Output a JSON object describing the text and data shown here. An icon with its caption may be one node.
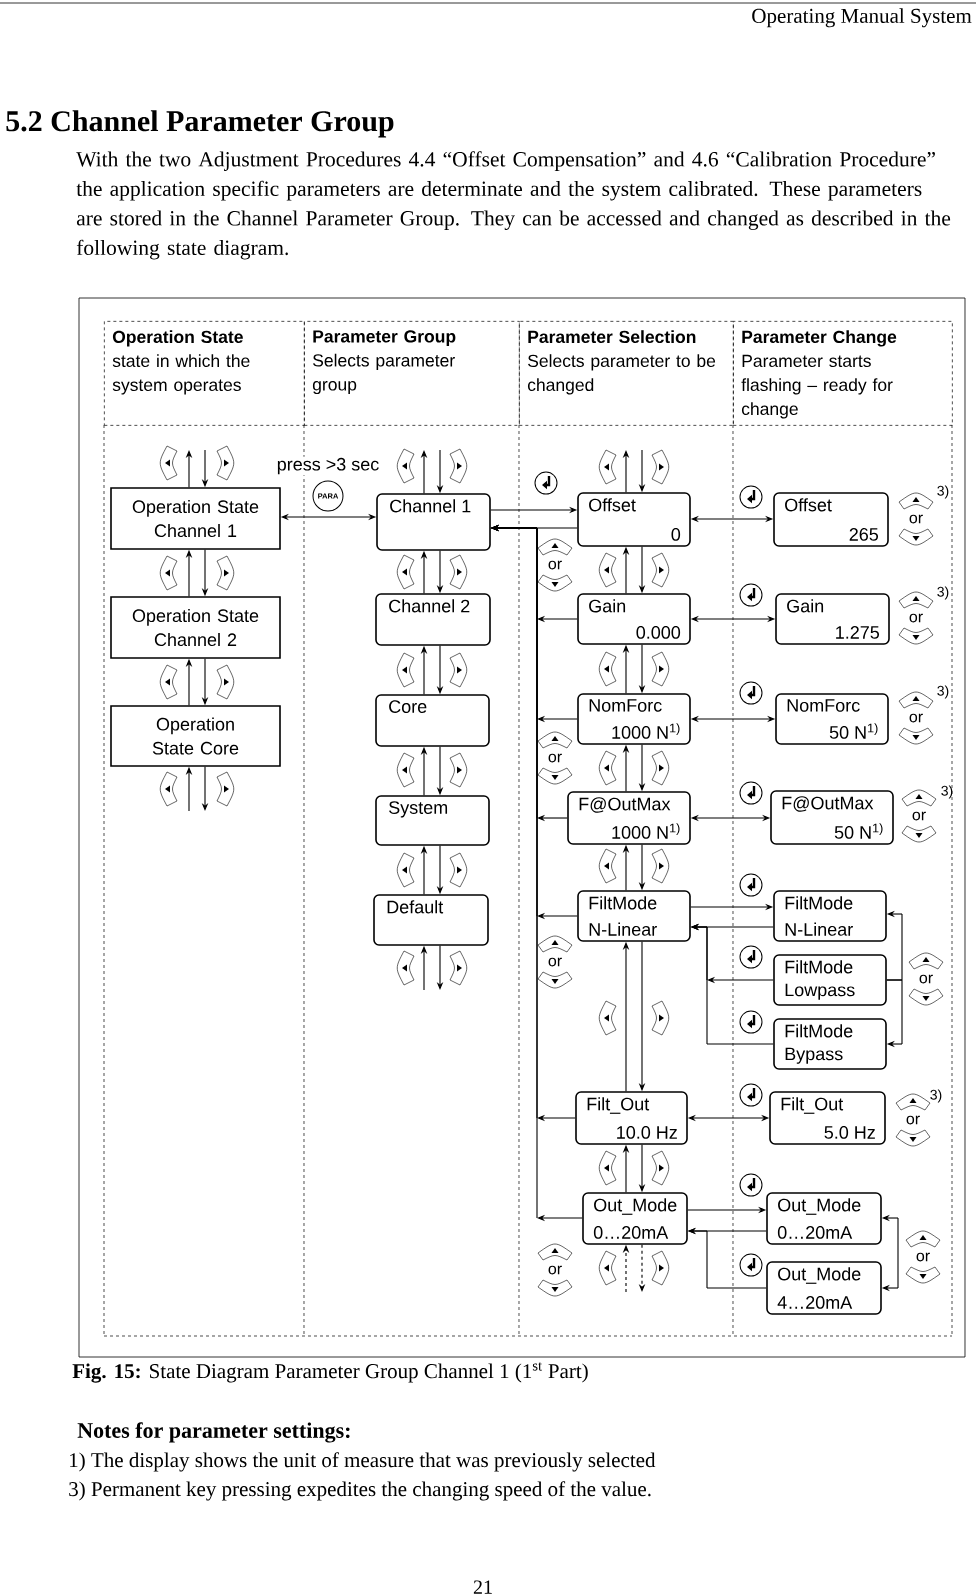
{
  "diagram": {
    "title": "5.2 Channel Parameter Group",
    "caption": "**Fig. 15:** State Diagram Parameter Group Channel 1 (1$^{st}$ Part)",
    "nodes": [
      {
        "text": [
          "Operation State",
          "state in which the system operates"
        ]
      },
      {
        "text": [
          "Parameter Group",
          "Selects parameter group"
        ]
      },
      {
        "text": [
          "Parameter Selection",
          "Selects parameter to be changed"
        ]
      },
      {
        "text": [
          "Parameter Change",
          "Parameter starts flashing – ready for change"
        ]
      },
      {
        "text": [
          "Operation State Channel 1"
        ]
      },
      {
        "text": [
          "Operation State Channel 2"
        ]
      },
      {
        "text": [
          "Operation State Core"
        ]
      },
      {
        "text": [
          "Channel 1"
        ]
      },
      {
        "text": [
          "Channel 2"
        ]
      },
      {
        "text": [
          "Core"
        ]
      },
      {
        "text": [
          "System"
        ]
      },
      {
        "text": [
          "Default"
        ]
      },
      {
        "text": [
          "Offset",
          "0"
        ]
      },
      {
        "text": [
          "Gain",
          "0.000"
        ]
      },
      {
        "text": [
          "NomForc",
          "1000 N$^{1)}$"
        ]
      },
      {
        "text": [
          "F@OutMax",
          "1000 N$^{1)}$"
        ]
      },
      {
        "text": [
          "FiltMode",
          "N-Linear"
        ]
      },
      {
        "text": [
          "Filt_Out",
          "10.0 Hz"
        ]
      },
      {
        "text": [
          "Out_Mode",
          "0…20mA"
        ]
      },
      {
        "text": [
          "Offset",
          "265"
        ]
      },
      {
        "text": [
          "Gain",
          "1.275"
        ]
      },
      {
        "text": [
          "NomForc",
          "50 N$^{1)}$"
        ]
      },
      {
        "text": [
          "F@OutMax",
          "50 N$^{1)}$"
        ]
      },
      {
        "text": [
          "FiltMode",
          "N-Linear"
        ]
      },
      {
        "text": [
          "FiltMode",
          "Lowpass"
        ]
      },
      {
        "text": [
          "FiltMode",
          "Bypass"
        ]
      },
      {
        "text": [
          "Filt_Out",
          "5.0 Hz"
        ]
      },
      {
        "text": [
          "Out_Mode",
          "0…20mA"
        ]
      },
      {
        "text": [
          "Out_Mode",
          "4…20mA"
        ]
      },
      {
        "text": [
          "PARA"
        ]
      }
    ],
    "edges": [
      {
        "from": 4,
        "to": 7,
        "arrow": "both",
        "label": "press >3 sec"
      },
      {
        "from": 4,
        "to": null,
        "arrow": "to"
      },
      {
        "from": null,
        "to": 4,
        "arrow": "to"
      },
      {
        "from": 5,
        "to": 4,
        "arrow": "to"
      },
      {
        "from": 4,
        "to": 5,
        "arrow": "to"
      },
      {
        "from": 6,
        "to": 5,
        "arrow": "to"
      },
      {
        "from": 5,
        "to": 6,
        "arrow": "to"
      },
      {
        "from": null,
        "to": 6,
        "arrow": "to"
      },
      {
        "from": 6,
        "to": null,
        "arrow": "to"
      },
      {
        "from": 7,
        "to": null,
        "arrow": "to"
      },
      {
        "from": null,
        "to": 7,
        "arrow": "to"
      },
      {
        "from": 8,
        "to": 7,
        "arrow": "to"
      },
      {
        "from": 7,
        "to": 8,
        "arrow": "to"
      },
      {
        "from": 9,
        "to": 8,
        "arrow": "to"
      },
      {
        "from": 8,
        "to": 9,
        "arrow": "to"
      },
      {
        "from": 10,
        "to": 9,
        "arrow": "to"
      },
      {
        "from": 9,
        "to": 10,
        "arrow": "to"
      },
      {
        "from": 11,
        "to": 10,
        "arrow": "to"
      },
      {
        "from": 10,
        "to": 11,
        "arrow": "to"
      },
      {
        "from": null,
        "to": 11,
        "arrow": "to"
      },
      {
        "from": 11,
        "to": null,
        "arrow": "to"
      },
      {
        "from": 12,
        "to": null,
        "arrow": "to"
      },
      {
        "from": null,
        "to": 12,
        "arrow": "to"
      },
      {
        "from": 13,
        "to": 12,
        "arrow": "to"
      },
      {
        "from": 12,
        "to": 13,
        "arrow": "to"
      },
      {
        "from": 14,
        "to": 13,
        "arrow": "to"
      },
      {
        "from": 13,
        "to": 14,
        "arrow": "to"
      },
      {
        "from": 15,
        "to": 14,
        "arrow": "to"
      },
      {
        "from": 14,
        "to": 15,
        "arrow": "to"
      },
      {
        "from": 16,
        "to": 15,
        "arrow": "to"
      },
      {
        "from": 15,
        "to": 16,
        "arrow": "to"
      },
      {
        "from": 17,
        "to": 16,
        "arrow": "to"
      },
      {
        "from": 16,
        "to": 17,
        "arrow": "to"
      },
      {
        "from": 18,
        "to": 17,
        "arrow": "to"
      },
      {
        "from": 17,
        "to": 18,
        "arrow": "to"
      },
      {
        "from": null,
        "to": 18,
        "arrow": "to",
        "style": "dashed"
      },
      {
        "from": 18,
        "to": null,
        "arrow": "to",
        "style": "dashed"
      },
      {
        "from": 7,
        "to": 12,
        "arrow": "to"
      },
      {
        "from": 12,
        "to": 7,
        "arrow": "to"
      },
      {
        "from": 13,
        "to": 7,
        "arrow": "to"
      },
      {
        "from": 14,
        "to": 7,
        "arrow": "to"
      },
      {
        "from": 15,
        "to": 7,
        "arrow": "to"
      },
      {
        "from": 16,
        "to": 7,
        "arrow": "to"
      },
      {
        "from": 17,
        "to": 7,
        "arrow": "to"
      },
      {
        "from": 18,
        "to": 7,
        "arrow": "to"
      },
      {
        "from": 12,
        "to": 19,
        "arrow": "both"
      },
      {
        "from": 13,
        "to": 20,
        "arrow": "both"
      },
      {
        "from": 14,
        "to": 21,
        "arrow": "both"
      },
      {
        "from": 15,
        "to": 22,
        "arrow": "both"
      },
      {
        "from": 16,
        "to": 23,
        "arrow": "to"
      },
      {
        "from": 23,
        "to": 16,
        "arrow": "to"
      },
      {
        "from": 24,
        "to": 16,
        "arrow": "to"
      },
      {
        "from": 25,
        "to": 16,
        "arrow": "to"
      },
      {
        "from": 24,
        "to": 23,
        "arrow": "to"
      },
      {
        "from": 24,
        "to": 25,
        "arrow": "to"
      },
      {
        "from": 17,
        "to": 26,
        "arrow": "both"
      },
      {
        "from": 18,
        "to": 27,
        "arrow": "to"
      },
      {
        "from": 27,
        "to": 18,
        "arrow": "to"
      },
      {
        "from": 28,
        "to": 18,
        "arrow": "to"
      },
      {
        "from": 27,
        "to": 28,
        "arrow": "both"
      }
    ],
    "labels": [
      "Operating Manual System",
      "With the two Adjustment Procedures 4.4 “Offset Compensation” and 4.6 “Calibration Procedure” the application specific parameters are determinate and the system calibrated. These parameters are stored in the Channel Parameter Group. They can be accessed and changed as described in the following state diagram.",
      "3)",
      "or",
      "or",
      "3)",
      "or",
      "3)",
      "or",
      "or",
      "3)",
      "or",
      "or",
      "or",
      "3)",
      "or",
      "or",
      "or",
      "Notes for parameter settings:",
      "1) The display shows the unit of measure that was previously selected",
      "3) Permanent key pressing expedites the changing speed of the value.",
      "21"
    ]
  }
}
